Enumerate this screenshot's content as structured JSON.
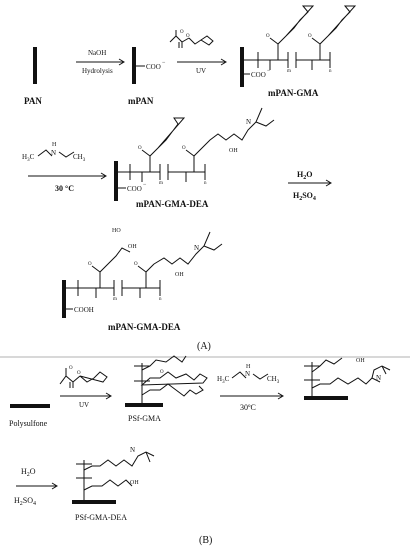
{
  "panel_a": {
    "caption": "(A)",
    "row1": {
      "start_label": "PAN",
      "step1_top": "NaOH",
      "step1_bottom": "Hydrolysis",
      "mpan_group": "COO",
      "mpan_charge": "−",
      "mpan_label": "mPAN",
      "step2_bottom": "UV",
      "gma_label": "mPAN-GMA",
      "gma_group": "COO",
      "gma_charge": "−"
    },
    "row2": {
      "reagent_left": "H",
      "reagent_left_sub": "3",
      "reagent_left_end": "C",
      "reagent_n": "N",
      "reagent_h": "H",
      "reagent_right": "CH",
      "reagent_right_sub": "3",
      "temp_label": "30 °C",
      "product_label": "mPAN-GMA-DEA",
      "group": "COO",
      "charge": "−",
      "oh": "OH",
      "n_atom": "N",
      "sub_m": "m",
      "sub_n": "n",
      "acid_top": "H",
      "acid_top_sub": "2",
      "acid_top_end": "O",
      "acid_bottom": "H",
      "acid_bottom_sub": "2",
      "acid_bottom_mid": "SO",
      "acid_bottom_sub2": "4"
    },
    "row3": {
      "product_label": "mPAN-GMA-DEA",
      "group": "COOH",
      "ho1": "HO",
      "oh1": "OH",
      "oh2": "OH",
      "n_atom": "N",
      "sub_m": "m",
      "sub_n": "n"
    }
  },
  "panel_b": {
    "caption": "(B)",
    "start_label": "Polysulfone",
    "step1_bottom": "UV",
    "psf_gma_label": "PSf-GMA",
    "reagent_left": "H",
    "reagent_left_sub": "3",
    "reagent_left_end": "C",
    "reagent_n": "N",
    "reagent_h": "H",
    "reagent_right": "CH",
    "reagent_right_sub": "3",
    "temp_label": "30ºC",
    "oh": "OH",
    "n_atom": "N",
    "acid_top": "H",
    "acid_top_sub": "2",
    "acid_top_end": "O",
    "acid_bottom": "H",
    "acid_bottom_sub": "2",
    "acid_bottom_mid": "SO",
    "acid_bottom_sub2": "4",
    "oh2": "OH",
    "n_atom2": "N",
    "dea_label": "PSf-GMA-DEA"
  }
}
